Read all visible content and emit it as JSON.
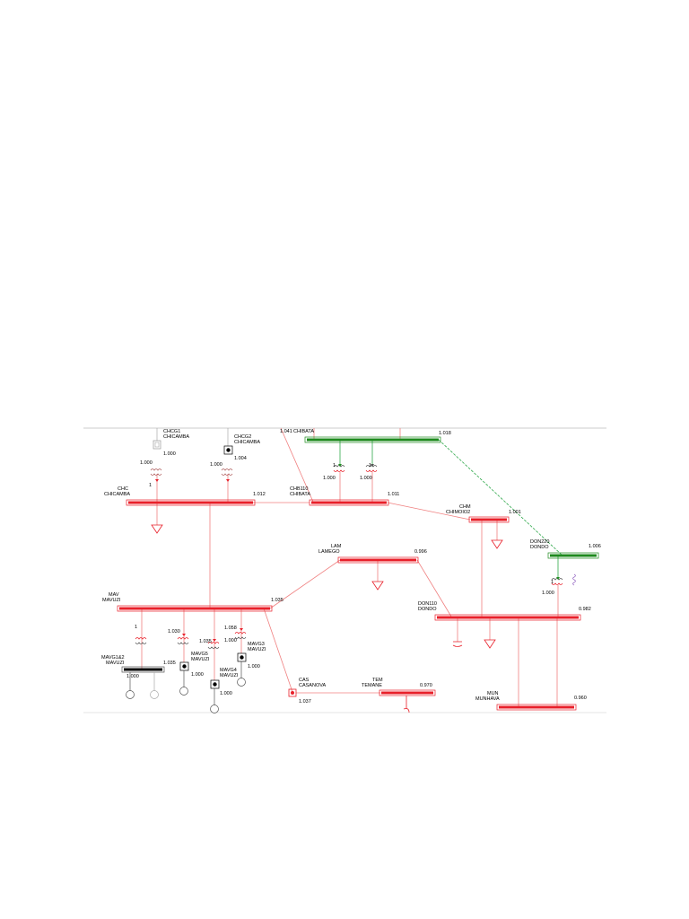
{
  "colors": {
    "red_bus": "#e8202a",
    "green_bus": "#1e8a1e",
    "black_bus": "#000000",
    "red_line": "#f08080",
    "green_line": "#2ea84a",
    "frame_line": "#bbbbbb"
  },
  "buses": {
    "chibata": {
      "name": "CHIBATA",
      "value": "1.018",
      "marker": "1.041"
    },
    "chc": {
      "code": "CHC",
      "name": "CHICAMBA",
      "value": "1.012"
    },
    "chb110": {
      "code": "CHB110",
      "name": "CHIBATA",
      "value": "1.011"
    },
    "chim": {
      "code": "CHM",
      "name": "CHIMOIO2",
      "value": "1.001"
    },
    "don220": {
      "code": "DON220",
      "name": "DONDO",
      "value": "1.006"
    },
    "lam": {
      "code": "LAM",
      "name": "LAMEGO",
      "value": "0.996"
    },
    "mav": {
      "code": "MAV",
      "name": "MAVUZI",
      "value": "1.035"
    },
    "don110": {
      "code": "DON110",
      "name": "DONDO",
      "value": "0.982"
    },
    "cas": {
      "code": "CAS",
      "name": "CASANOVA",
      "value": "1.037"
    },
    "tem": {
      "code": "TEM",
      "name": "TEMANE",
      "value": "0.970"
    },
    "mun": {
      "code": "MUN",
      "name": "MUNHAVA",
      "value": "0.960"
    },
    "mavg12": {
      "code": "MAVG1&2",
      "name": "MAVUZI",
      "value": "1.000"
    },
    "mavg3": {
      "code": "MAVG3",
      "name": "MAVUZI",
      "value": "1.000"
    },
    "mavg4": {
      "code": "MAVG4",
      "name": "MAVUZI",
      "value": "1.000"
    },
    "mavg5": {
      "code": "MAVG5",
      "name": "MAVUZI",
      "value": "1.000"
    }
  },
  "generators": {
    "chcg1": {
      "code": "CHCG1",
      "name": "CHICAMBA",
      "tap_a": "1.000",
      "tap_b": "1.000",
      "ratio": "1"
    },
    "chcg2": {
      "code": "CHCG2",
      "name": "CHICAMBA",
      "tap_a": "1.000",
      "tap_b": "1.004"
    }
  },
  "transformers": {
    "chb_t1": {
      "ratio": "1",
      "tap": "1.000"
    },
    "chb_t2": {
      "ratio": "1",
      "tap": "1.000"
    },
    "don_t": {
      "ratio": "1",
      "tap": "1.000"
    },
    "mav_t1": {
      "ratio": "1"
    },
    "mav_t2": {
      "tap": "1.030"
    },
    "mav_t3": {
      "tap": "1.035"
    },
    "mav_t4": {
      "tap": "1.058"
    },
    "mav_t2b": {
      "tap": "1.035"
    }
  }
}
